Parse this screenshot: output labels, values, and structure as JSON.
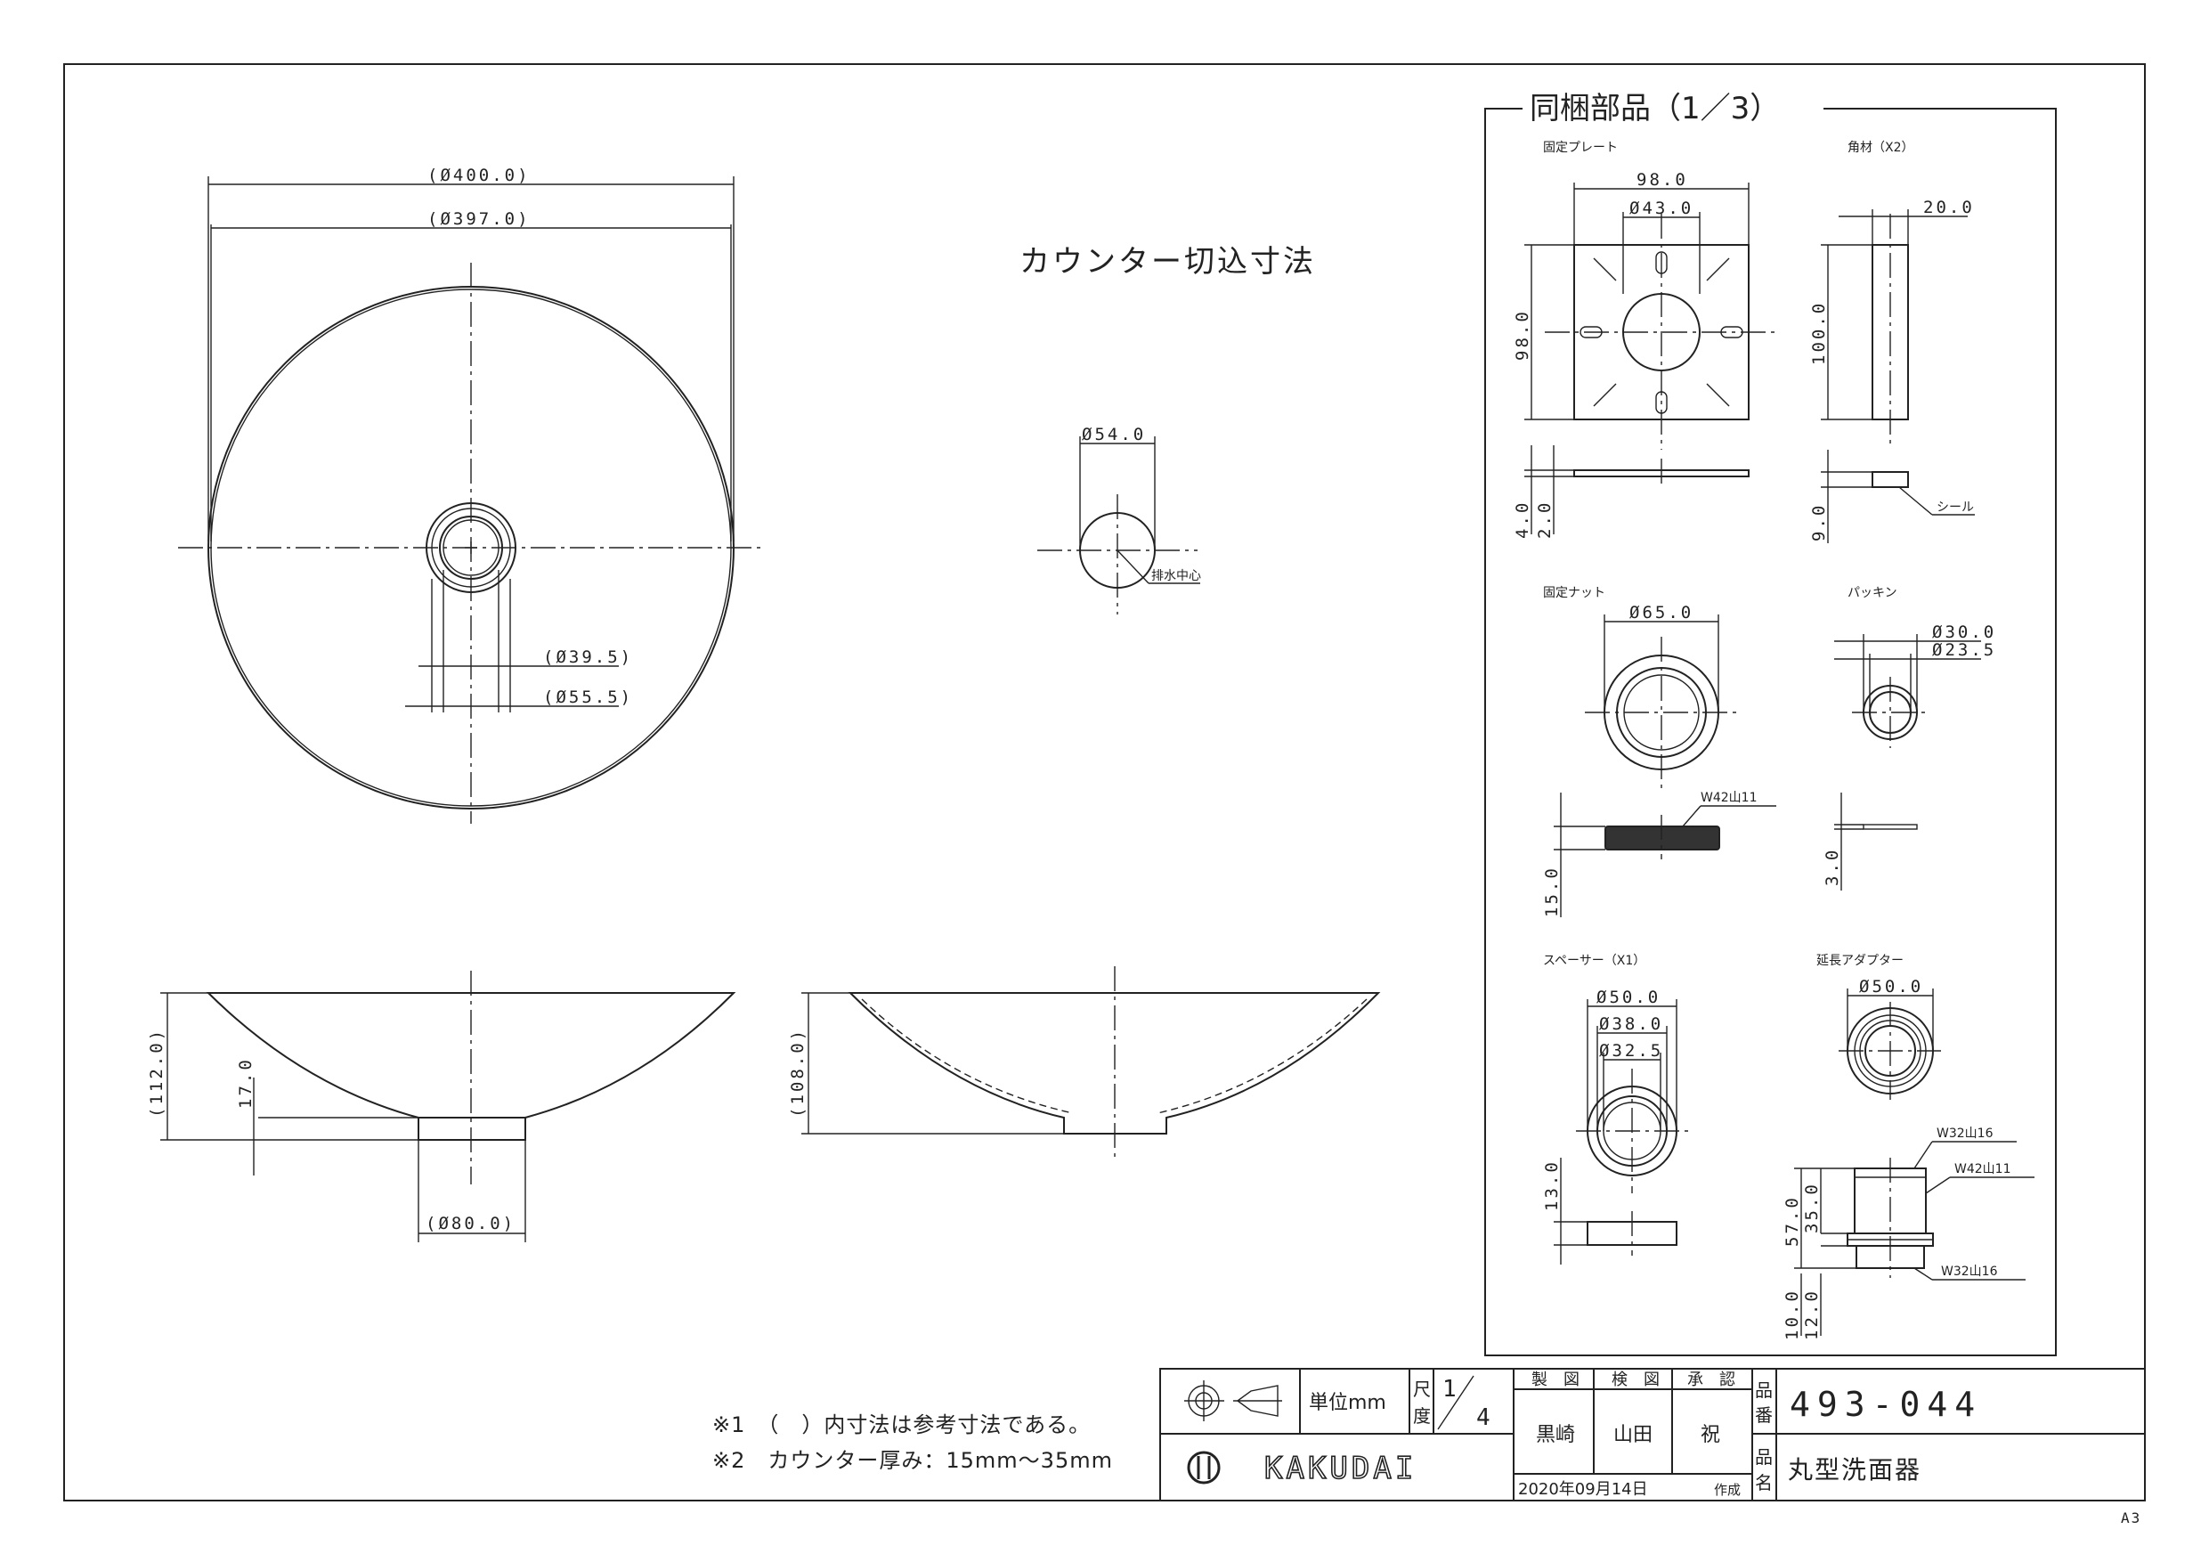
{
  "main": {
    "outer_dia": "(Ø400.0)",
    "inner_dia": "(Ø397.0)",
    "drain_inner": "(Ø39.5)",
    "drain_outer": "(Ø55.5)",
    "height_left": "(112.0)",
    "bottom_thk": "17.0",
    "base_dia": "(Ø80.0)",
    "height_right": "(108.0)"
  },
  "counter": {
    "title": "カウンター切込寸法",
    "hole_dia": "Ø54.0",
    "drain_center": "排水中心"
  },
  "parts": {
    "header": "同梱部品（1／3）",
    "plate": {
      "name": "固定プレート",
      "width": "98.0",
      "hole": "Ø43.0",
      "height": "98.0",
      "thk1": "4.0",
      "thk2": "2.0"
    },
    "bar": {
      "name": "角材（X2）",
      "width": "20.0",
      "length": "100.0",
      "seal_h": "9.0",
      "seal": "シール"
    },
    "nut": {
      "name": "固定ナット",
      "dia": "Ø65.0",
      "thread": "W42山11",
      "height": "15.0"
    },
    "packing": {
      "name": "パッキン",
      "outer": "Ø30.0",
      "inner": "Ø23.5",
      "thk": "3.0"
    },
    "spacer": {
      "name": "スペーサー（X1）",
      "d1": "Ø50.0",
      "d2": "Ø38.0",
      "d3": "Ø32.5",
      "thk": "13.0"
    },
    "adapter": {
      "name": "延長アダプター",
      "dia": "Ø50.0",
      "thread_top": "W32山16",
      "thread_mid": "W42山11",
      "thread_bot": "W32山16",
      "h_total": "57.0",
      "h_upper": "35.0",
      "h_a": "10.0",
      "h_b": "12.0"
    }
  },
  "notes": {
    "note1": "※1　（　）内寸法は参考寸法である。",
    "note2": "※2　カウンター厚み：15mm～35mm"
  },
  "titleblock": {
    "unit_label": "単位mm",
    "scale_label_1": "尺",
    "scale_label_2": "度",
    "scale_num": "1",
    "scale_den": "4",
    "col_drawn": "製　図",
    "col_checked": "検　図",
    "col_approved": "承　認",
    "drawn_by": "黒崎",
    "checked_by": "山田",
    "approved_by": "祝",
    "date": "2020年09月14日",
    "created": "作成",
    "part_no_label_1": "品",
    "part_no_label_2": "番",
    "part_no": "493-044",
    "name_label_1": "品",
    "name_label_2": "名",
    "part_name": "丸型洗面器",
    "brand": "KAKUDAI"
  },
  "sheet_size": "A3"
}
